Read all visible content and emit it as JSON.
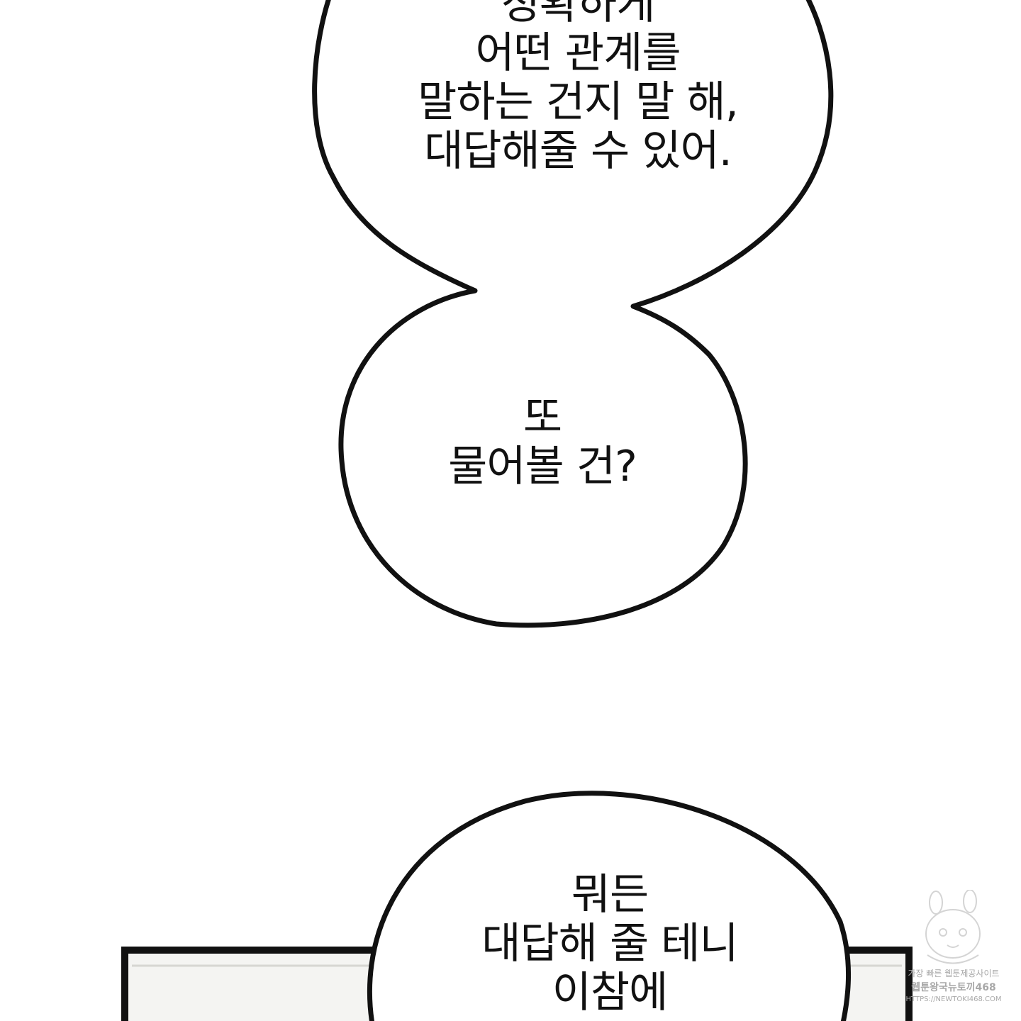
{
  "bubbles": {
    "top": {
      "lines": [
        "정확하게",
        "어떤 관계를",
        "말하는 건지 말 해,",
        "대답해줄 수 있어."
      ]
    },
    "middle": {
      "lines": [
        "또",
        "물어볼 건?"
      ]
    },
    "bottom": {
      "lines": [
        "뭐든",
        "대답해 줄 테니",
        "이참에"
      ]
    }
  },
  "watermark": {
    "line1": "가장 빠른 웹툰제공사이트",
    "line2": "웹툰왕국뉴토끼468",
    "line3": "HTTPS://NEWTOKI468.COM"
  },
  "colors": {
    "ink": "#111111",
    "paper": "#ffffff",
    "panel_fill": "#f4f4f2",
    "watermark": "#a8a8a8"
  }
}
